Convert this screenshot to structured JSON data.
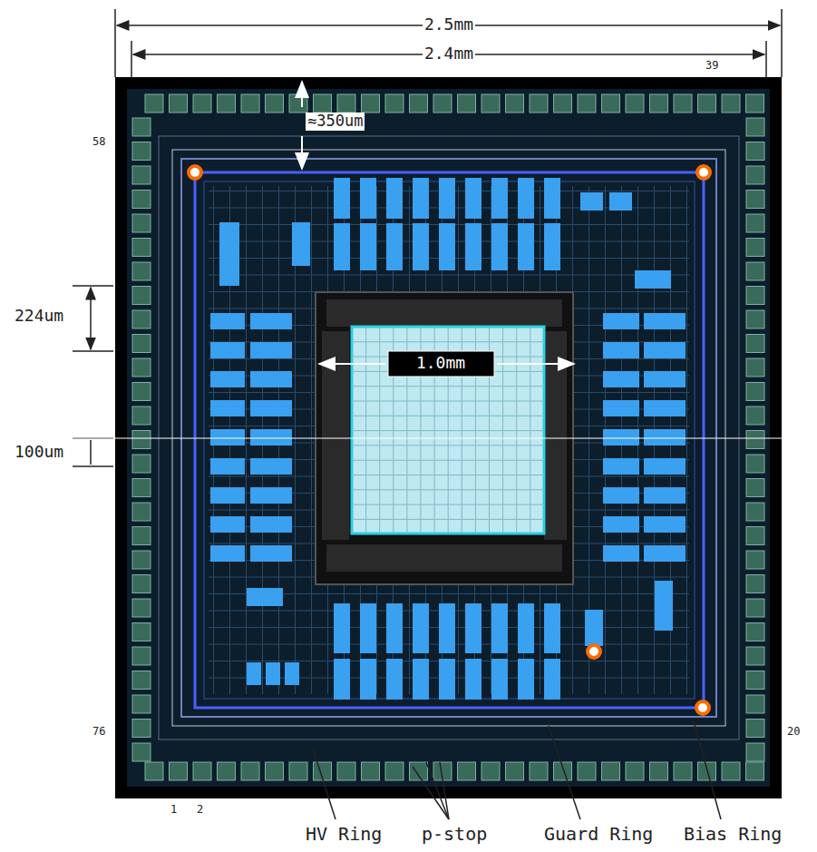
{
  "diagram": {
    "labels": [
      "2.5mm",
      "2.4mm",
      "39",
      "58",
      "≈350um",
      "224um",
      "1.0mm",
      "100um",
      "76",
      "20",
      "1",
      "2",
      "HV Ring",
      "p-stop",
      "Guard Ring",
      "Bias Ring"
    ]
  }
}
